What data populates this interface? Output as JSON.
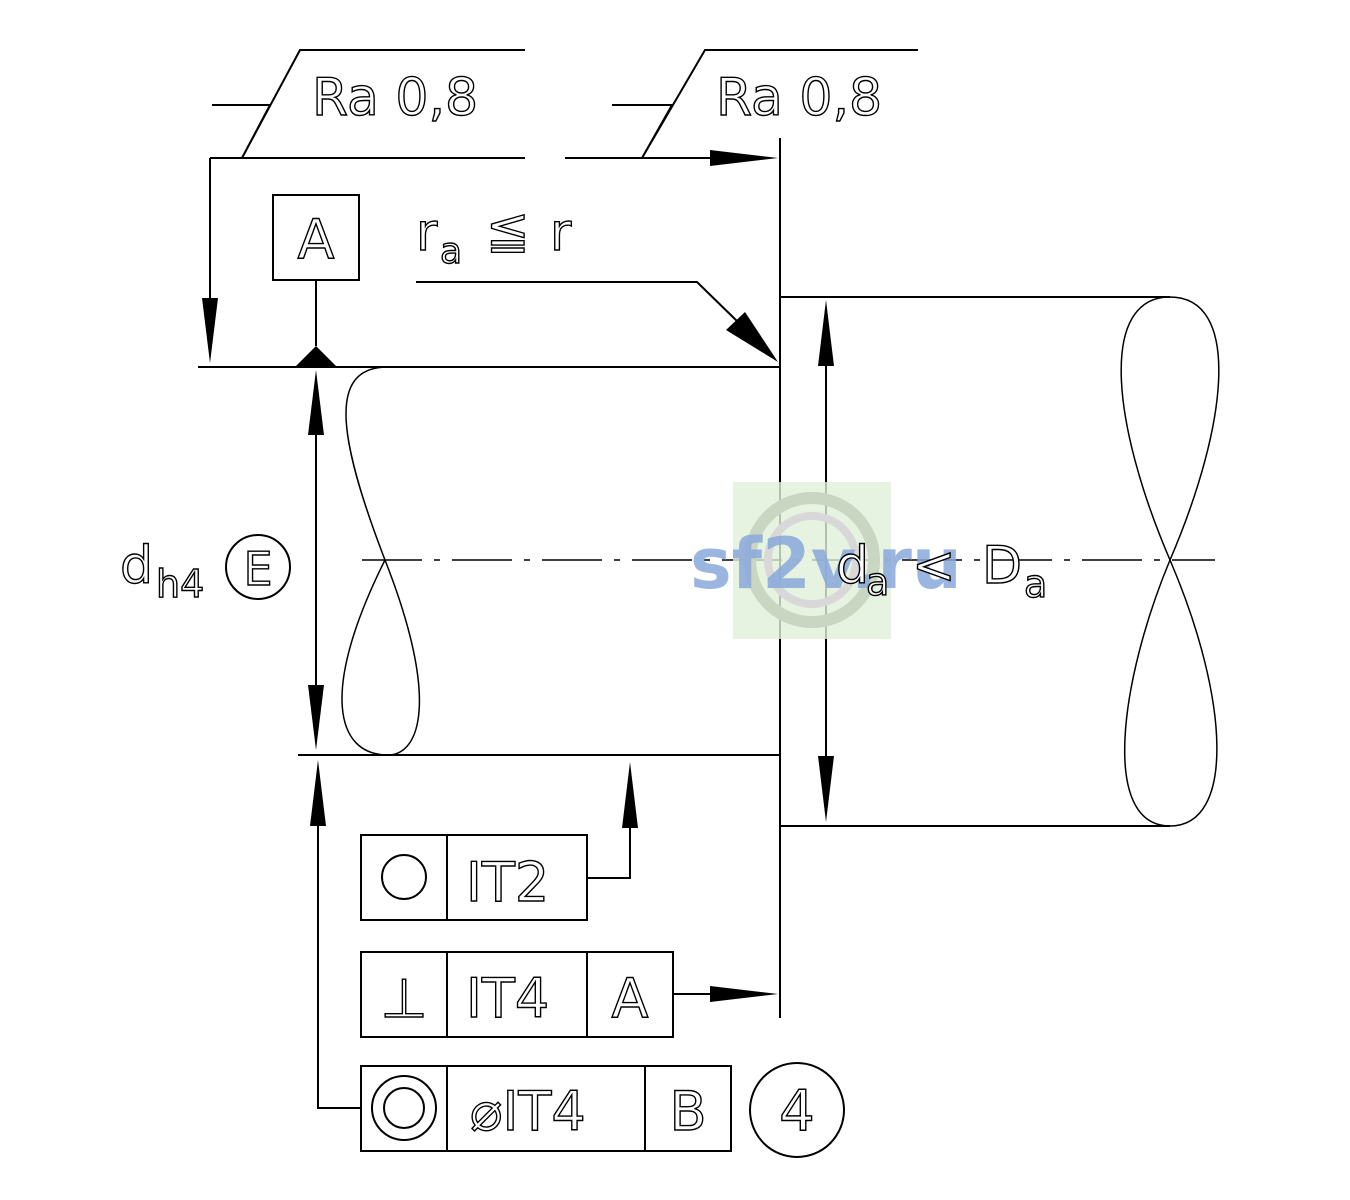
{
  "surface_finish": {
    "left": "Ra 0,8",
    "right": "Ra 0,8"
  },
  "datum": {
    "letter": "A"
  },
  "radius_note": {
    "r_main": "r",
    "r_sub": "a",
    "relation": "≦",
    "r_rhs": "r"
  },
  "shaft_dim": {
    "main": "d",
    "sub": "h4",
    "envelope": "E"
  },
  "shoulder_dim": {
    "d_main": "d",
    "d_sub": "a",
    "relation": "<",
    "D_main": "D",
    "D_sub": "a"
  },
  "fcf_roundness": {
    "symbol": "○",
    "tolerance": "IT2"
  },
  "fcf_perpendicularity": {
    "symbol": "⊥",
    "tolerance": "IT4",
    "datum": "A"
  },
  "fcf_concentricity": {
    "symbol": "◎",
    "tolerance": "⌀IT4",
    "datum": "B",
    "note_number": "4"
  },
  "watermark": {
    "text": "sf2v.ru",
    "color": "#8aa9dc"
  }
}
